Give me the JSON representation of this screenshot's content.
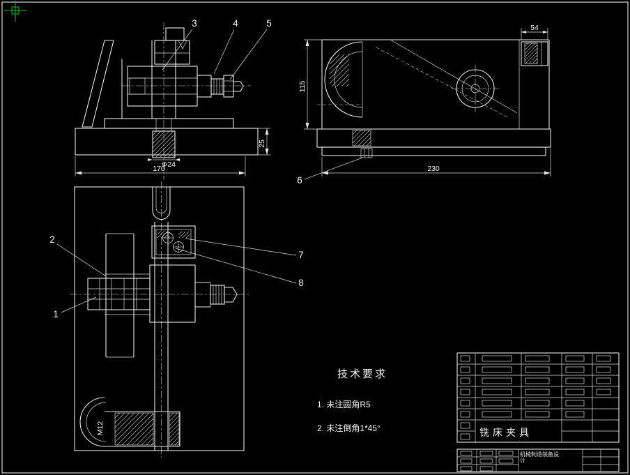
{
  "canvas": {
    "bg": "#000000",
    "line_color": "#e8e8e8",
    "crosshair_color": "#17c317"
  },
  "balloons": {
    "n1": "1",
    "n2": "2",
    "n3": "3",
    "n4": "4",
    "n5": "5",
    "n6": "6",
    "n7": "7",
    "n8": "8"
  },
  "dimensions": {
    "base_width": "170",
    "base_height": "25",
    "screw_dia": "Φ24",
    "side_height": "115",
    "side_width": "230",
    "block_width": "54",
    "thread": "M12"
  },
  "tech_requirements": {
    "title": "技术要求",
    "items": [
      "1. 未注圆角R5",
      "2. 未注倒角1*45°"
    ]
  },
  "title_block": {
    "part_name": "铣床夹具",
    "course_name": "机械制造装备设计"
  }
}
